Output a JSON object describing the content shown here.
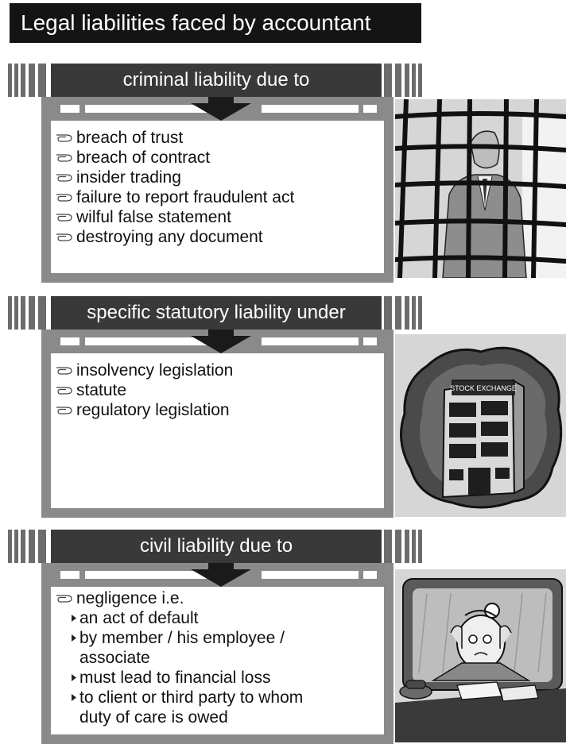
{
  "page": {
    "title": "Legal liabilities faced by accountant"
  },
  "colors": {
    "title_bg": "#141414",
    "header_bg": "#393939",
    "frame": "#8a8a8a",
    "side_bars": "#6c6c6c",
    "illustration_bg": "#d6d6d6"
  },
  "sections": [
    {
      "header": "criminal liability due to",
      "items": [
        {
          "text": "breach of trust"
        },
        {
          "text": "breach of contract"
        },
        {
          "text": "insider trading"
        },
        {
          "text": "failure to report fraudulent act"
        },
        {
          "text": "wilful false statement"
        },
        {
          "text": "destroying any  document"
        }
      ],
      "illustration": "man-behind-bars-icon"
    },
    {
      "header": "specific statutory liability under",
      "items": [
        {
          "text": "insolvency legislation"
        },
        {
          "text": "statute"
        },
        {
          "text": "regulatory legislation"
        }
      ],
      "illustration": {
        "icon": "stock-exchange-building-icon",
        "sign": "STOCK EXCHANGE"
      }
    },
    {
      "header": "civil liability due to",
      "items": [
        {
          "text": "negligence i.e.",
          "subitems": [
            {
              "line1": "an act of default",
              "line2": ""
            },
            {
              "line1": "by member / his employee /",
              "line2": "associate"
            },
            {
              "line1": "must lead to financial loss",
              "line2": ""
            },
            {
              "line1": "to client or third party to whom",
              "line2": "duty of care is owed"
            }
          ]
        }
      ],
      "illustration": "stressed-accountant-at-desk-icon"
    }
  ]
}
